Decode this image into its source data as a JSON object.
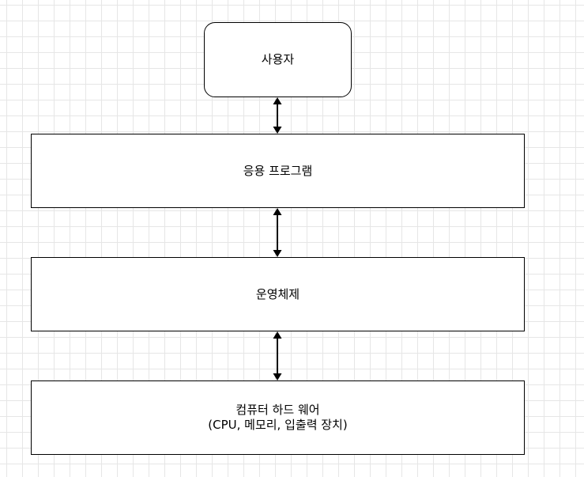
{
  "diagram": {
    "nodes": {
      "user": {
        "label": "사용자"
      },
      "app": {
        "label": "응용 프로그램"
      },
      "os": {
        "label": "운영체제"
      },
      "hardware": {
        "line1": "컴퓨터 하드 웨어",
        "line2": "(CPU, 메모리, 입출력 장치)"
      }
    },
    "edges": [
      {
        "from": "user",
        "to": "app",
        "direction": "bidirectional"
      },
      {
        "from": "app",
        "to": "os",
        "direction": "bidirectional"
      },
      {
        "from": "os",
        "to": "hardware",
        "direction": "bidirectional"
      }
    ],
    "colors": {
      "stroke": "#000000",
      "fill": "#ffffff",
      "grid": "#e6e6e6"
    }
  }
}
